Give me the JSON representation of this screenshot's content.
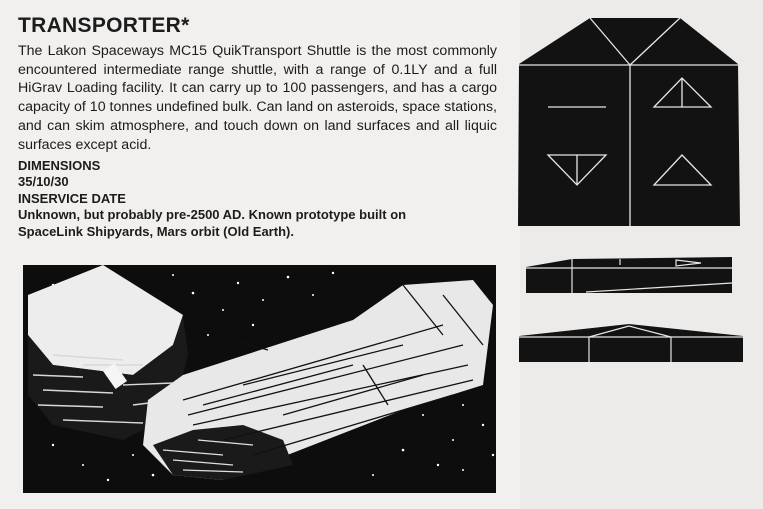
{
  "ship": {
    "title": "TRANSPORTER*",
    "description": "The Lakon Spaceways MC15 QuikTransport Shuttle is the most commonly encountered intermediate range shuttle, with a range of 0.1LY and a full HiGrav Loading facility. It can carry up to 100 passengers, and has a cargo capacity of 10 tonnes undefined bulk. Can land on asteroids, space stations, and can skim atmosphere, and touch down on land surfaces and all liquic surfaces except acid.",
    "dimensions_label": "DIMENSIONS",
    "dimensions_value": "35/10/30",
    "inservice_label": "INSERVICE DATE",
    "inservice_line1": "Unknown, but probably pre-2500 AD. Known prototype built on",
    "inservice_line2": "SpaceLink Shipyards, Mars orbit (Old Earth)."
  },
  "figures": {
    "illustration": "spaceship-illustration",
    "plan_view": "top-view-blueprint",
    "side_view": "side-view-blueprint",
    "front_view": "front-view-blueprint"
  },
  "colors": {
    "paper": "#f1f0ee",
    "ink": "#111111",
    "line": "#e8e8e8"
  }
}
